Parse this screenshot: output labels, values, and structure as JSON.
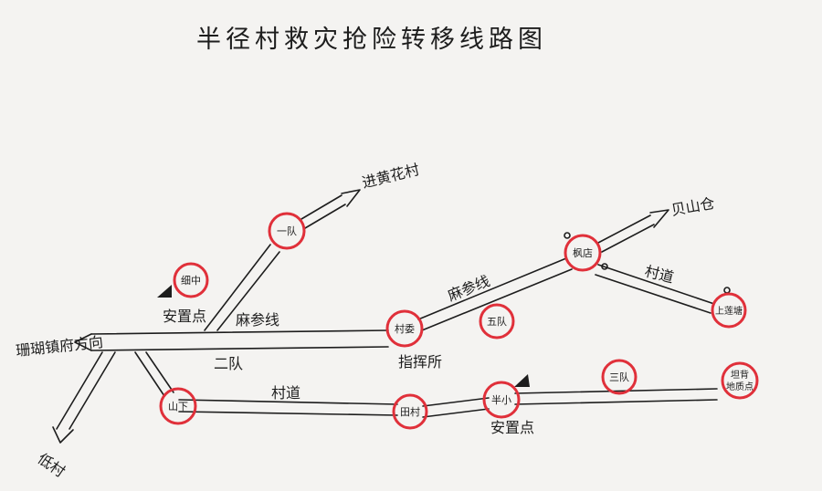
{
  "title": "半径村救灾抢险转移线路图",
  "roads": {
    "to_town": "珊瑚镇府方向",
    "to_villages": "低村",
    "to_north": "进黄花村",
    "to_east": "贝山仓",
    "masan_main": "麻参线",
    "masan_upper": "麻参线",
    "village_road_lower": "村道",
    "village_road_right": "村道"
  },
  "nodes": {
    "team1": "一队",
    "village_mid": "细中",
    "committee": "村委",
    "team5": "五队",
    "fengdian": "枫店",
    "shanglian": "上莲塘",
    "shanxia": "山下",
    "tiancun": "田村",
    "banxiao": "半小",
    "team3": "三队",
    "tanbei": "坦背"
  },
  "labels": {
    "safe_point_left": "安置点",
    "safe_point_right": "安置点",
    "team2": "二队",
    "command_post": "指挥所",
    "tanbei_detail": "地质点"
  }
}
